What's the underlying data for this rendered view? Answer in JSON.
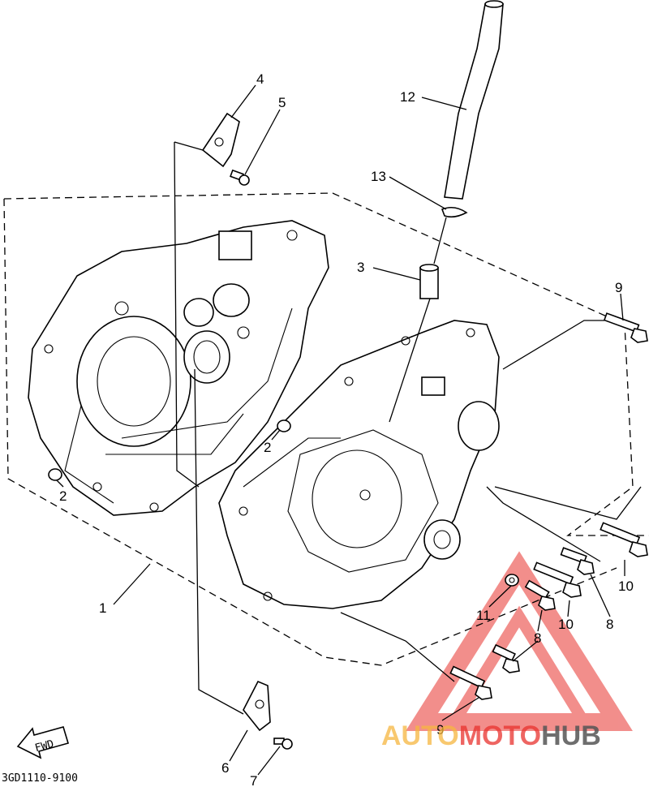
{
  "diagram": {
    "callouts": [
      {
        "id": "c1",
        "text": "1"
      },
      {
        "id": "c2a",
        "text": "2"
      },
      {
        "id": "c2b",
        "text": "2"
      },
      {
        "id": "c3",
        "text": "3"
      },
      {
        "id": "c4",
        "text": "4"
      },
      {
        "id": "c5",
        "text": "5"
      },
      {
        "id": "c6",
        "text": "6"
      },
      {
        "id": "c7",
        "text": "7"
      },
      {
        "id": "c8a",
        "text": "8"
      },
      {
        "id": "c8b",
        "text": "8"
      },
      {
        "id": "c9a",
        "text": "9"
      },
      {
        "id": "c9b",
        "text": "9"
      },
      {
        "id": "c10a",
        "text": "10"
      },
      {
        "id": "c10b",
        "text": "10"
      },
      {
        "id": "c11",
        "text": "11"
      },
      {
        "id": "c12",
        "text": "12"
      },
      {
        "id": "c13",
        "text": "13"
      }
    ],
    "fwd_label": "FWD",
    "drawing_code": "3GD1110-9100"
  },
  "watermark": {
    "part1": "AUTO",
    "part2": "MOTO",
    "part3": "HUB",
    "color_light": "#f5b63f",
    "color_red": "#e8322d",
    "color_dark": "#555555"
  }
}
